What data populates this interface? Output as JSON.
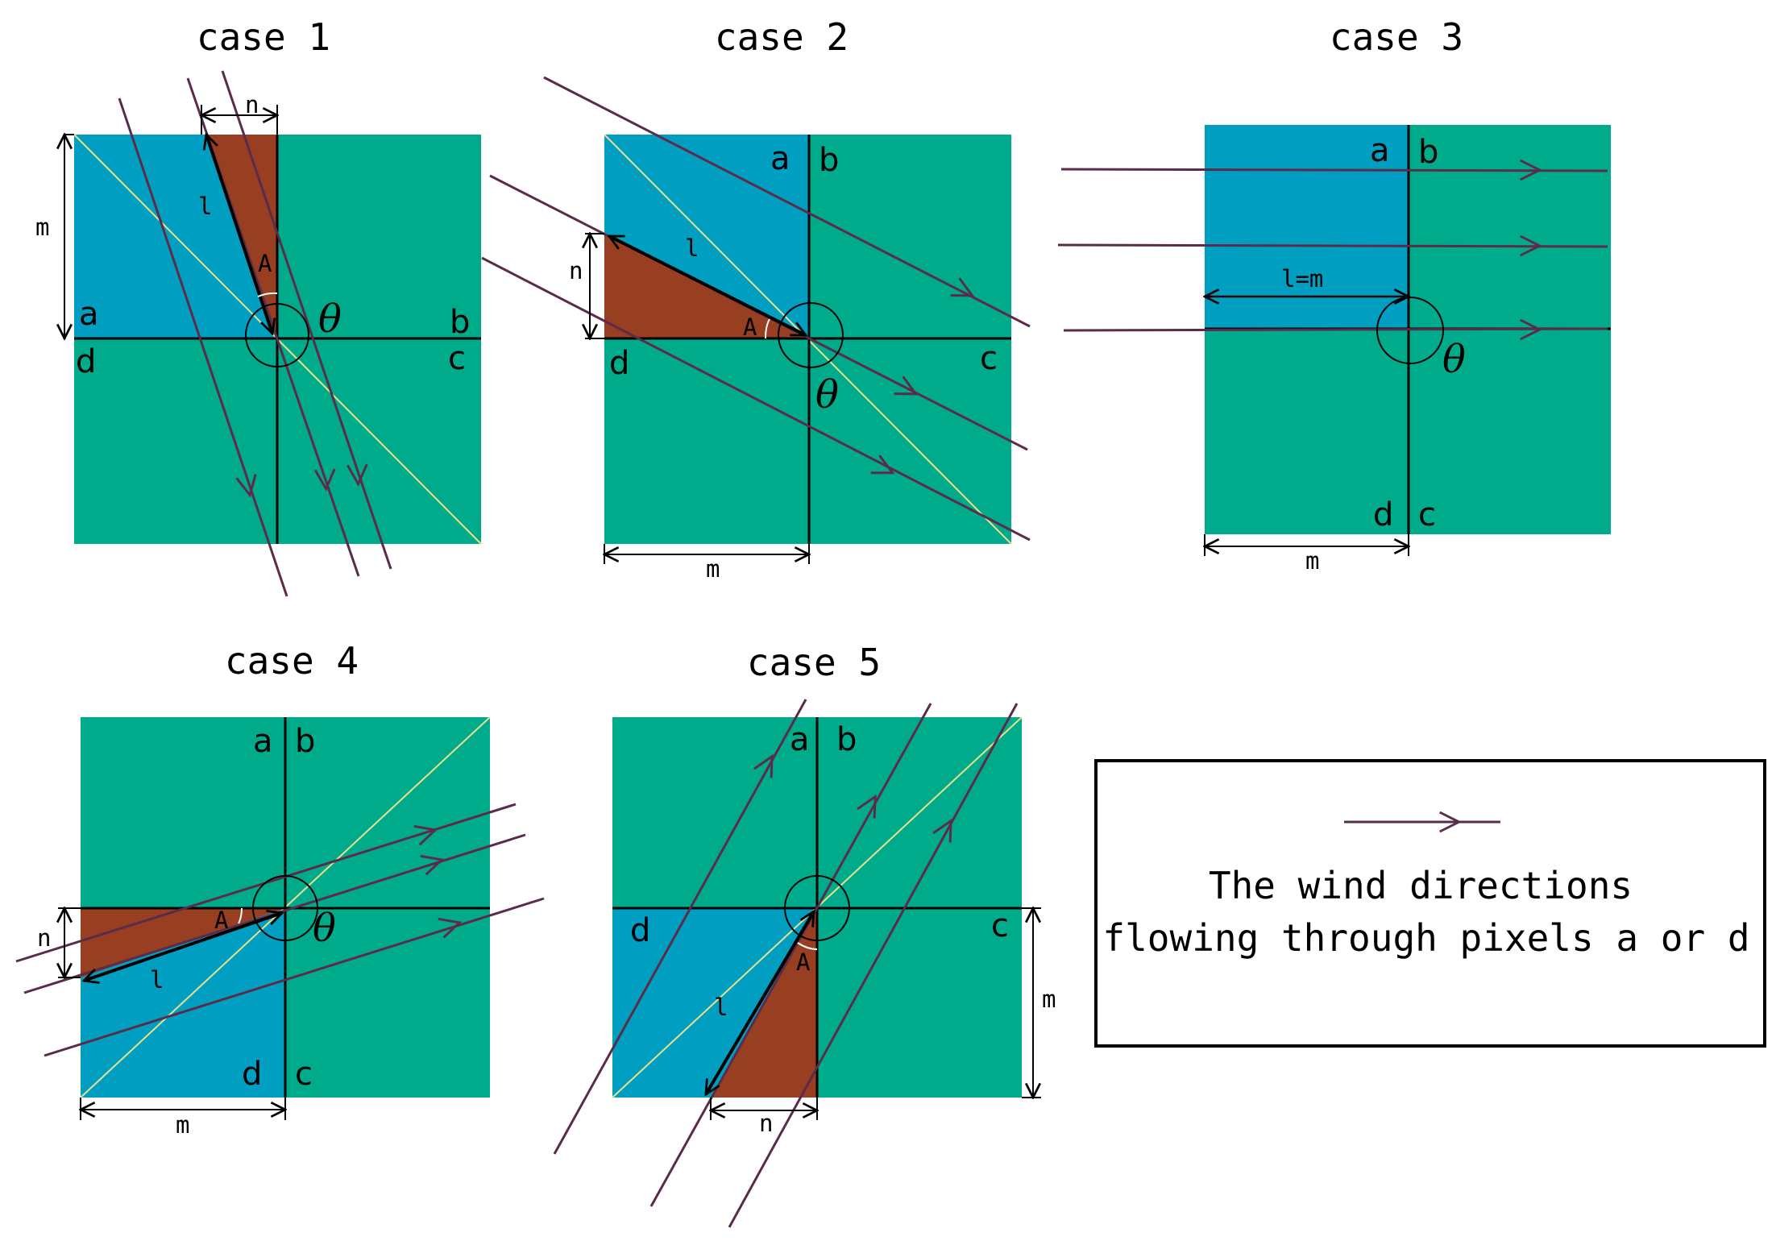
{
  "colors": {
    "blue": "#009FC2",
    "green": "#00AB8C",
    "brown": "#983E21",
    "wind": "#5A2C4A",
    "diag": "#E8E08A",
    "frame": "#000000"
  },
  "cases": [
    {
      "title": "case 1",
      "labels": {
        "a": "a",
        "b": "b",
        "c": "c",
        "d": "d",
        "m": "m",
        "n": "n",
        "l": "l",
        "A": "A",
        "theta": "θ"
      }
    },
    {
      "title": "case 2",
      "labels": {
        "a": "a",
        "b": "b",
        "c": "c",
        "d": "d",
        "m": "m",
        "n": "n",
        "l": "l",
        "A": "A",
        "theta": "θ"
      }
    },
    {
      "title": "case 3",
      "labels": {
        "a": "a",
        "b": "b",
        "c": "c",
        "d": "d",
        "m": "m",
        "l": "l=m",
        "theta": "θ"
      }
    },
    {
      "title": "case 4",
      "labels": {
        "a": "a",
        "b": "b",
        "c": "c",
        "d": "d",
        "m": "m",
        "n": "n",
        "l": "l",
        "A": "A",
        "theta": "θ"
      }
    },
    {
      "title": "case 5",
      "labels": {
        "a": "a",
        "b": "b",
        "c": "c",
        "d": "d",
        "m": "m",
        "n": "n",
        "l": "l",
        "A": "A"
      }
    }
  ],
  "legend": {
    "line1": "The wind directions",
    "line2": "flowing through pixels a or d",
    "arrow_icon": "wind-arrow-icon"
  }
}
